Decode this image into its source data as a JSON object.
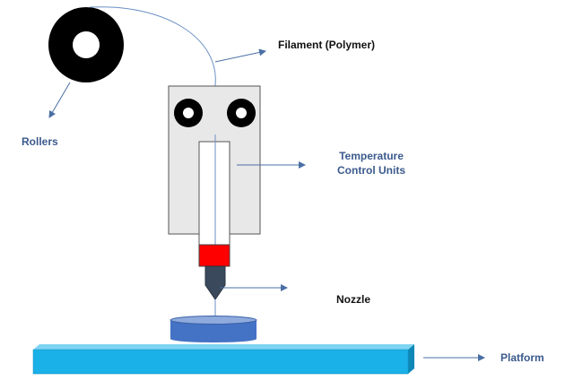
{
  "diagram": {
    "labels": {
      "filament": "Filament (Polymer)",
      "rollers": "Rollers",
      "temperature_line1": "Temperature",
      "temperature_line2": "Control Units",
      "nozzle": "Nozzle",
      "platform": "Platform"
    },
    "colors": {
      "label_blue": "#3b5a8c",
      "label_dark": "#111111",
      "arrow": "#4a6fa5",
      "filament_line": "#6b8fc4",
      "spool": "#000000",
      "extruder_body": "#e8e8e8",
      "heater_block": "#ff0000",
      "nozzle_tip": "#3a4a5c",
      "printed_part": "#4472c4",
      "platform": "#1ab0e8"
    }
  }
}
